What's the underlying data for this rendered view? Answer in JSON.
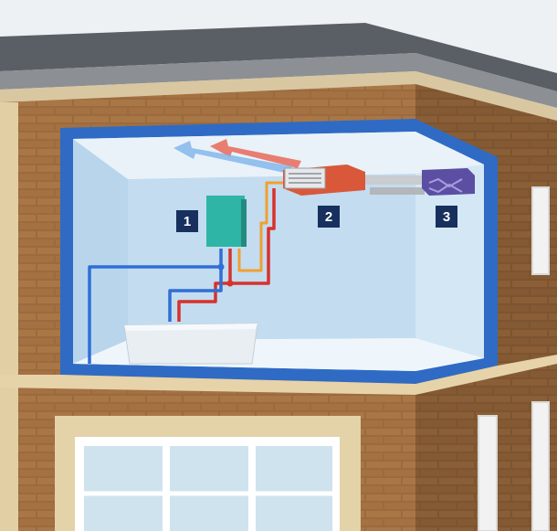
{
  "markers": [
    {
      "id": "1",
      "component": "water-heater"
    },
    {
      "id": "2",
      "component": "indoor-ac-unit"
    },
    {
      "id": "3",
      "component": "ventilation-exchanger"
    }
  ],
  "colors": {
    "brick": "#9b6a3d",
    "room_frame": "#2f6bc4",
    "cold_pipe": "#2f6ed6",
    "hot_pipe": "#d7322c",
    "gas_pipe": "#f0a030",
    "heater": "#2fb5a6",
    "ac_unit": "#d9583a",
    "exchanger": "#5c4fa3",
    "marker": "#17305e",
    "air_warm": "#e86a5a",
    "air_cool": "#7db3ea"
  }
}
